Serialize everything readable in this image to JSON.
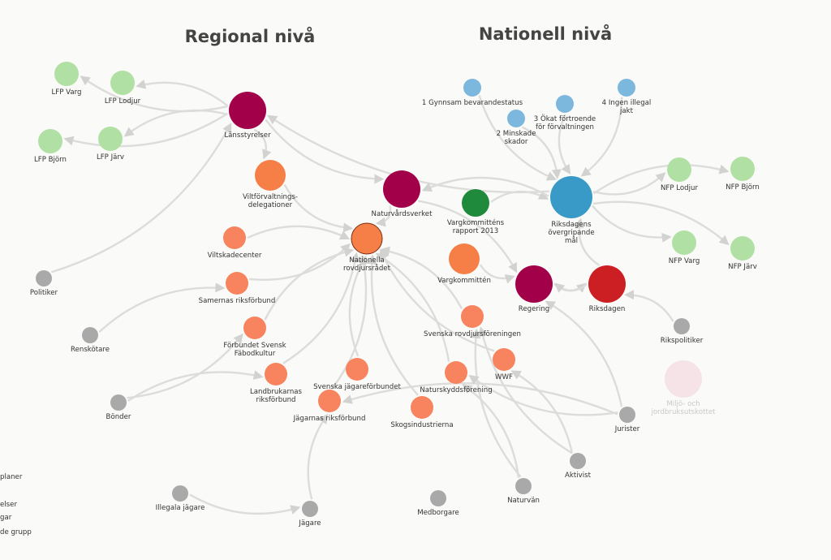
{
  "headings": {
    "regional": "Regional nivå",
    "national": "Nationell nivå"
  },
  "colors": {
    "edge": "#dcdcda",
    "arrow": "#d2d2d0",
    "magenta": "#a3004a",
    "blue_big": "#3a9ac7",
    "blue_small": "#7cb8dd",
    "green_light": "#b0e0a3",
    "green_dark": "#1f8a3c",
    "orange": "#f57f46",
    "salmon": "#f7845e",
    "red": "#cc1f24",
    "gray": "#a9a9a9",
    "faded_pink": "#f5e3e8"
  },
  "nodes": [
    {
      "id": "lans",
      "label": "Länsstyrelser"
    },
    {
      "id": "lfp_varg",
      "label": "LFP Varg"
    },
    {
      "id": "lfp_lodjur",
      "label": "LFP Lodjur"
    },
    {
      "id": "lfp_bjorn",
      "label": "LFP Björn"
    },
    {
      "id": "lfp_jarv",
      "label": "LFP Järv"
    },
    {
      "id": "viltdel",
      "label": "Viltförvaltnings-\ndelegationer"
    },
    {
      "id": "naturv",
      "label": "Naturvårdsverket"
    },
    {
      "id": "nrr",
      "label": "Nationella\nrovdjursrådet"
    },
    {
      "id": "viltskade",
      "label": "Viltskadecenter"
    },
    {
      "id": "politiker",
      "label": "Politiker"
    },
    {
      "id": "samer",
      "label": "Samernas riksförbund"
    },
    {
      "id": "renskot",
      "label": "Renskötare"
    },
    {
      "id": "fabod",
      "label": "Förbundet Svensk\nFäbodkultur"
    },
    {
      "id": "bonder",
      "label": "Bönder"
    },
    {
      "id": "lrf",
      "label": "Landbrukarnas\nriksförbund"
    },
    {
      "id": "sjf",
      "label": "Svenska jägareförbundet"
    },
    {
      "id": "jrf",
      "label": "Jägarnas riksförbund"
    },
    {
      "id": "skogs",
      "label": "Skogsindustrierna"
    },
    {
      "id": "illegala",
      "label": "Illegala jägare"
    },
    {
      "id": "jagare",
      "label": "Jägare"
    },
    {
      "id": "medborg",
      "label": "Medborgare"
    },
    {
      "id": "naturvan",
      "label": "Naturvän"
    },
    {
      "id": "aktivist",
      "label": "Aktivist"
    },
    {
      "id": "jurister",
      "label": "Jurister"
    },
    {
      "id": "naturskydd",
      "label": "Naturskyddsförening"
    },
    {
      "id": "wwf",
      "label": "WWF"
    },
    {
      "id": "srf",
      "label": "Svenska rovdjursföreningen"
    },
    {
      "id": "vargkom",
      "label": "Vargkommittén"
    },
    {
      "id": "vargrap",
      "label": "Vargkommitténs\nrapport 2013"
    },
    {
      "id": "regering",
      "label": "Regering"
    },
    {
      "id": "riksdagen",
      "label": "Riksdagen"
    },
    {
      "id": "rikspol",
      "label": "Rikspolitiker"
    },
    {
      "id": "miljo",
      "label": "Miljö- och\njordbruksutskottet"
    },
    {
      "id": "rom",
      "label": "Riksdagens\növergripande\nmål"
    },
    {
      "id": "g1",
      "label": "1 Gynnsam bevarandestatus"
    },
    {
      "id": "g2",
      "label": "2 Minskade\nskador"
    },
    {
      "id": "g3",
      "label": "3 Ökat förtroende\nför förvaltningen"
    },
    {
      "id": "g4",
      "label": "4 Ingen illegal\njakt"
    },
    {
      "id": "nfp_lodjur",
      "label": "NFP Lodjur"
    },
    {
      "id": "nfp_bjorn",
      "label": "NFP Björn"
    },
    {
      "id": "nfp_varg",
      "label": "NFP Varg"
    },
    {
      "id": "nfp_jarv",
      "label": "NFP Järv"
    }
  ],
  "edges": [
    [
      "lans",
      "lfp_varg"
    ],
    [
      "lans",
      "lfp_lodjur"
    ],
    [
      "lans",
      "lfp_bjorn"
    ],
    [
      "lans",
      "lfp_jarv"
    ],
    [
      "lans",
      "viltdel"
    ],
    [
      "politiker",
      "lans"
    ],
    [
      "rom",
      "lans"
    ],
    [
      "lans",
      "naturv"
    ],
    [
      "viltskade",
      "nrr"
    ],
    [
      "samer",
      "nrr"
    ],
    [
      "fabod",
      "nrr"
    ],
    [
      "lrf",
      "nrr"
    ],
    [
      "sjf",
      "nrr"
    ],
    [
      "jrf",
      "nrr"
    ],
    [
      "skogs",
      "nrr"
    ],
    [
      "naturskydd",
      "nrr"
    ],
    [
      "wwf",
      "nrr"
    ],
    [
      "srf",
      "nrr"
    ],
    [
      "naturv",
      "nrr"
    ],
    [
      "viltdel",
      "nrr"
    ],
    [
      "renskot",
      "samer"
    ],
    [
      "bonder",
      "fabod"
    ],
    [
      "bonder",
      "lrf"
    ],
    [
      "illegala",
      "jagare"
    ],
    [
      "jagare",
      "jrf"
    ],
    [
      "naturvan",
      "naturskydd"
    ],
    [
      "naturvan",
      "srf"
    ],
    [
      "aktivist",
      "wwf"
    ],
    [
      "aktivist",
      "srf"
    ],
    [
      "jurister",
      "jrf"
    ],
    [
      "jurister",
      "naturskydd"
    ],
    [
      "jurister",
      "regering"
    ],
    [
      "naturv",
      "regering"
    ],
    [
      "vargkom",
      "regering"
    ],
    [
      "vargrap",
      "rom"
    ],
    [
      "regering",
      "riksdagen"
    ],
    [
      "riksdagen",
      "regering"
    ],
    [
      "rikspol",
      "riksdagen"
    ],
    [
      "riksdagen",
      "rom"
    ],
    [
      "g1",
      "rom"
    ],
    [
      "g2",
      "rom"
    ],
    [
      "g3",
      "rom"
    ],
    [
      "g4",
      "rom"
    ],
    [
      "rom",
      "nfp_lodjur"
    ],
    [
      "rom",
      "nfp_bjorn"
    ],
    [
      "rom",
      "nfp_varg"
    ],
    [
      "rom",
      "nfp_jarv"
    ],
    [
      "rom",
      "naturv"
    ]
  ],
  "legend": [
    "planer",
    "elser",
    "gar",
    "de grupp"
  ]
}
